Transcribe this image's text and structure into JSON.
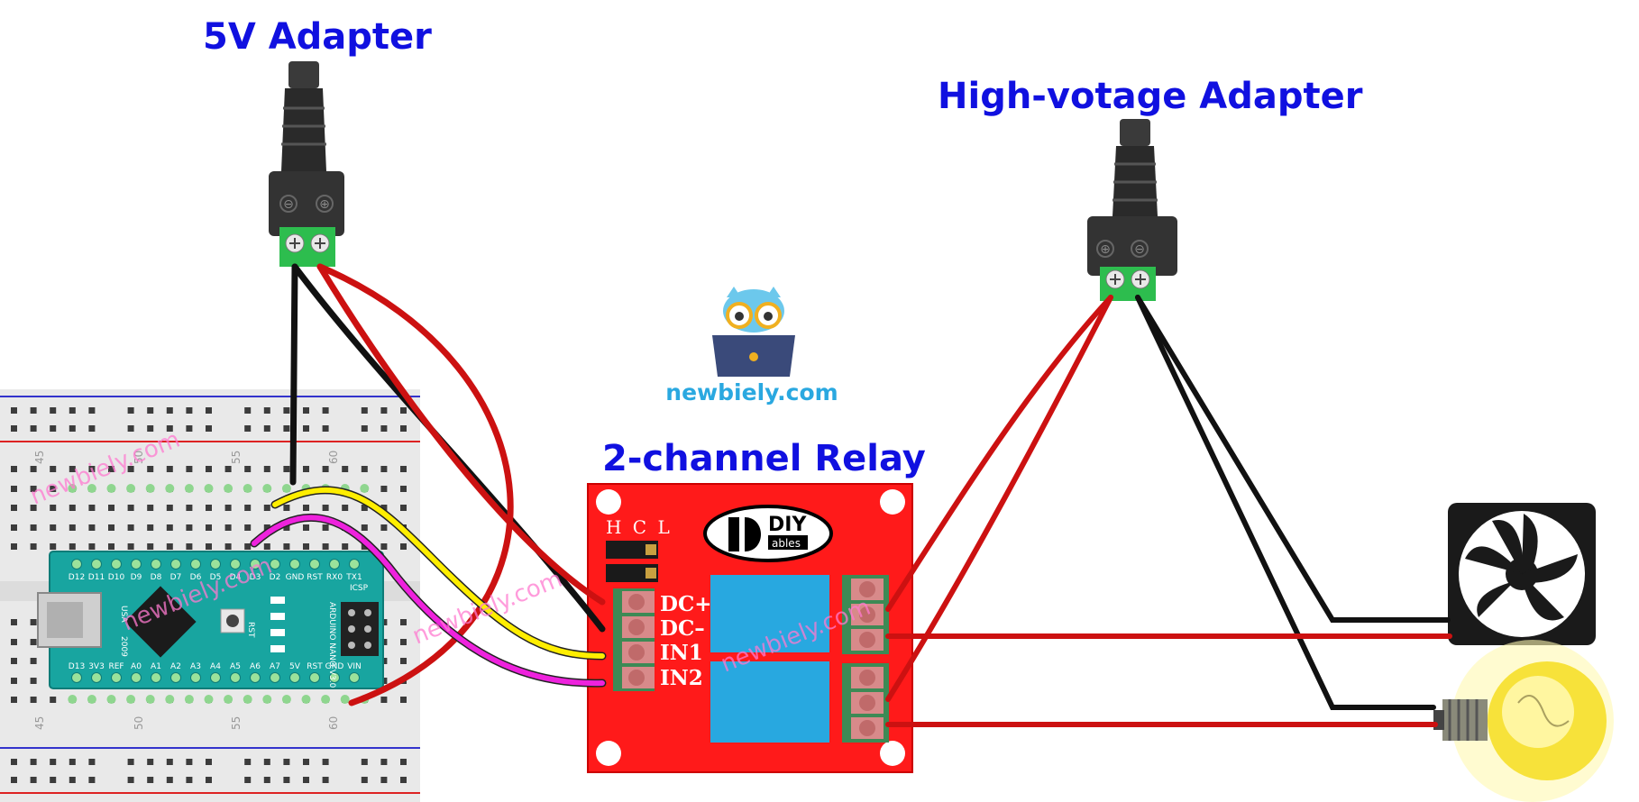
{
  "labels": {
    "adapter_5v": "5V Adapter",
    "adapter_hv": "High-votage Adapter",
    "relay": "2-channel Relay",
    "brand": "newbiely.com"
  },
  "relay_module": {
    "hcl": "H C L",
    "pins": [
      "DC+",
      "DC–",
      "IN1",
      "IN2"
    ],
    "logo_main": "DIY",
    "logo_sub": "ables"
  },
  "arduino": {
    "top_pins": [
      "D12",
      "D11",
      "D10",
      "D9",
      "D8",
      "D7",
      "D6",
      "D5",
      "D4",
      "D3",
      "D2",
      "GND",
      "RST",
      "RX0",
      "TX1"
    ],
    "bottom_pins": [
      "D13",
      "3V3",
      "REF",
      "A0",
      "A1",
      "A2",
      "A3",
      "A4",
      "A5",
      "A6",
      "A7",
      "5V",
      "RST",
      "GND",
      "VIN"
    ],
    "usa": "USA",
    "year": "2009",
    "name": "ARDUINO NANO V3.0",
    "icsp": "ICSP",
    "rst": "RST"
  },
  "breadboard": {
    "top_numbers": [
      "45",
      "50",
      "55",
      "60"
    ],
    "bottom_numbers": [
      "45",
      "50",
      "55",
      "60"
    ]
  },
  "watermarks": [
    "newbiely.com",
    "newbiely.com",
    "newbiely.com",
    "newbiely.com"
  ],
  "colors": {
    "title": "#1010e0",
    "brand": "#2aa8e0",
    "relay_board": "#ff1a1a",
    "wire_red": "#cc1111",
    "wire_black": "#111111",
    "wire_yellow": "#ffee00",
    "wire_magenta": "#ee22dd",
    "terminal_green": "#2dbd4e"
  }
}
